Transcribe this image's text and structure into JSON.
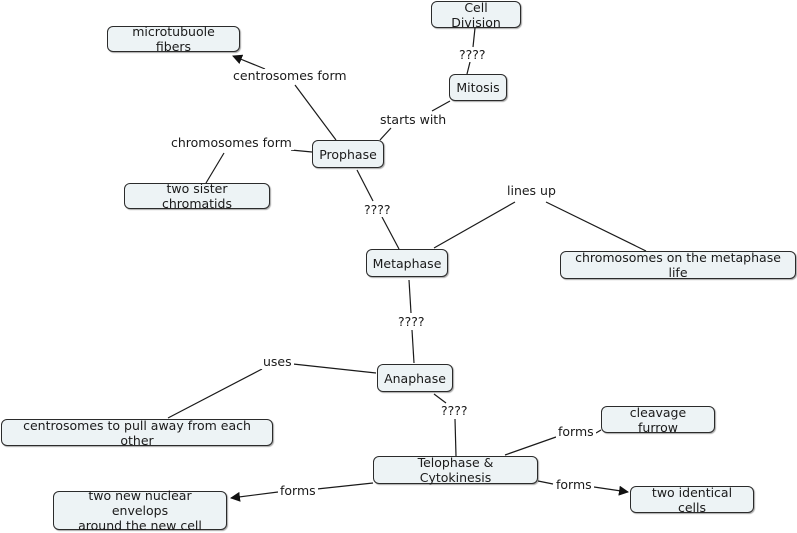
{
  "concepts": {
    "cell_division": "Cell Division",
    "mitosis": "Mitosis",
    "microtubule_fibers": "microtubuole fibers",
    "prophase": "Prophase",
    "sister_chromatids": "two sister chromatids",
    "metaphase": "Metaphase",
    "metaphase_line": "chromosomes on the metaphase life",
    "anaphase": "Anaphase",
    "centrosomes_pull": "centrosomes to pull away from each other",
    "telophase": "Telophase & Cytokinesis",
    "cleavage_furrow": "cleavage furrow",
    "nuclear_envelopes": "two new nuclear envelops\naround the new cell",
    "identical_cells": "two identical cells"
  },
  "links": {
    "division_mitosis": "????",
    "centrosomes_form": "centrosomes form",
    "starts_with": "starts with",
    "chromosomes_form": "chromosomes form",
    "prophase_metaphase": "????",
    "lines_up": "lines up",
    "metaphase_anaphase": "????",
    "uses": "uses",
    "anaphase_telophase": "????",
    "forms_cleavage": "forms",
    "forms_envelopes": "forms",
    "forms_cells": "forms"
  },
  "colors": {
    "node_fill": "#edf3f5",
    "node_border": "#2b2b2b",
    "line": "#1a1a1a"
  }
}
